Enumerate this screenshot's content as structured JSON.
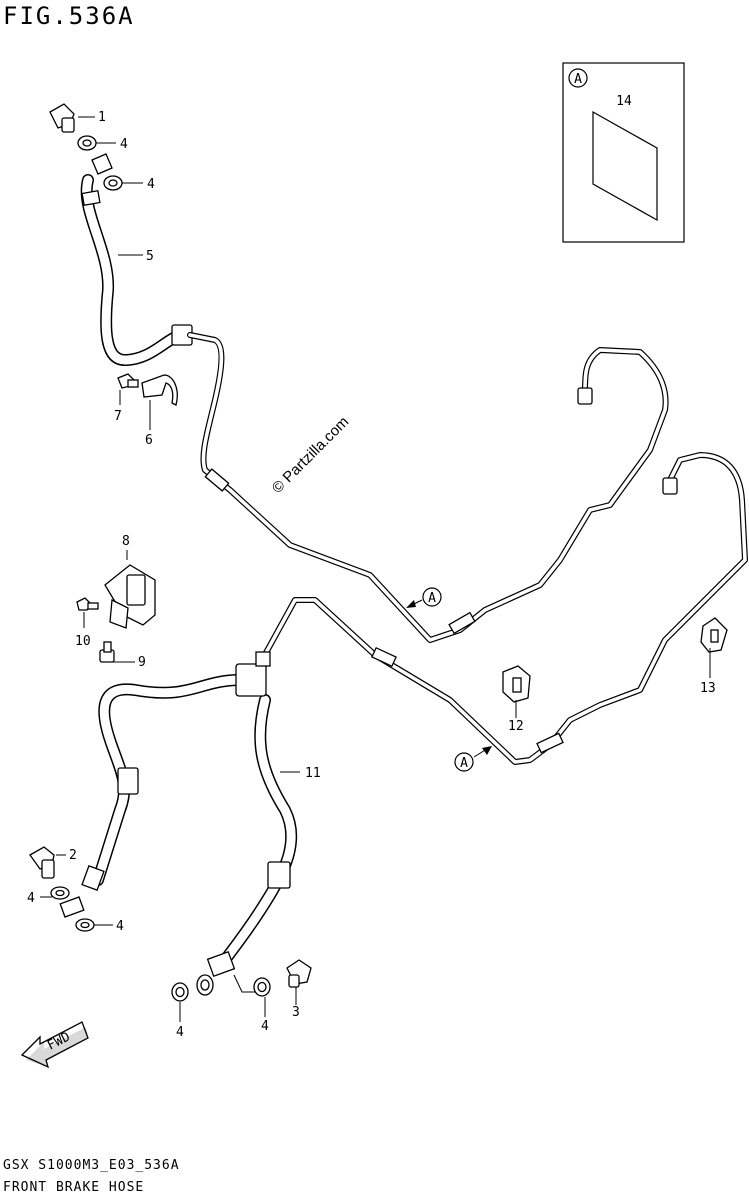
{
  "title": "FIG.536A",
  "footer": {
    "code": "GSX S1000M3_E03_536A",
    "name": "FRONT BRAKE HOSE"
  },
  "watermark": "© Partzilla.com",
  "inset": {
    "marker": "A",
    "part": "14"
  },
  "callouts": [
    "1",
    "4",
    "4",
    "5",
    "7",
    "6",
    "8",
    "10",
    "9",
    "11",
    "2",
    "4",
    "4",
    "3",
    "4",
    "4",
    "12",
    "13"
  ],
  "section_markers": [
    "A",
    "A"
  ],
  "fwd_label": "FWD"
}
